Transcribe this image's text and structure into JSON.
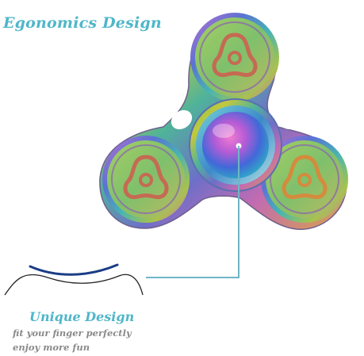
{
  "image": {
    "subject": "rainbow-iridescent-fidget-spinner",
    "heading": "Egonomics Design",
    "feature": {
      "title": "Unique Design",
      "lines": [
        "fit your finger perfectly",
        "enjoy more fun"
      ]
    },
    "colors": {
      "heading_text": "#4fb6c9",
      "caption_text": "#8a8a8a",
      "callout_line": "#6fb6c6",
      "finger_curve": "#1b3d86",
      "background": "#ffffff"
    }
  }
}
